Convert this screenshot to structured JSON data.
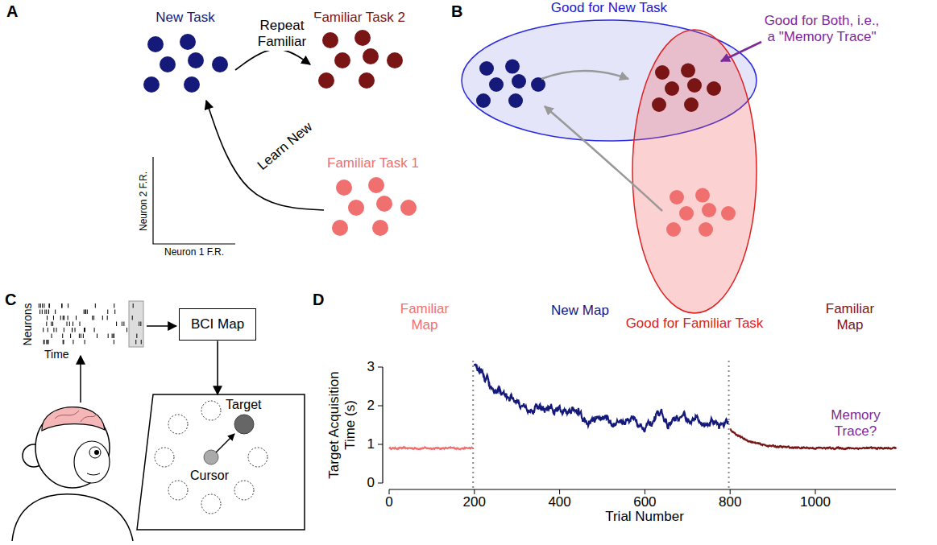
{
  "diagram": {
    "nodes": [
      {
        "text": [
          "New Task"
        ]
      },
      {
        "text": [
          "Familiar Task 2"
        ]
      },
      {
        "text": [
          "Familiar Task 1"
        ]
      },
      {
        "text": [
          "Good for New Task"
        ]
      },
      {
        "text": [
          "Good for Familiar Task"
        ]
      },
      {
        "text": [
          "BCI Map"
        ]
      },
      {
        "text": [
          "Target",
          "Cursor"
        ]
      }
    ],
    "edges": [
      {
        "from": 0,
        "to": 1,
        "label": "Repeat Familiar",
        "arrow": "to"
      },
      {
        "from": 2,
        "to": 0,
        "label": "Learn New",
        "arrow": "to"
      },
      {
        "from": 5,
        "to": 6,
        "arrow": "to"
      }
    ],
    "labels": [
      "A",
      "B",
      "C",
      "D",
      "Neuron 2 F.R.",
      "Neuron 1 F.R.",
      "Good for Both, i.e., a \"Memory Trace\"",
      "Neurons",
      "Time",
      "Familiar Map",
      "New Map",
      "Familiar Map",
      "Memory Trace?",
      "Target Acquisition Time (s)",
      "Trial Number",
      "0",
      "1",
      "2",
      "3",
      "0",
      "200",
      "400",
      "600",
      "800",
      "1000"
    ]
  }
}
